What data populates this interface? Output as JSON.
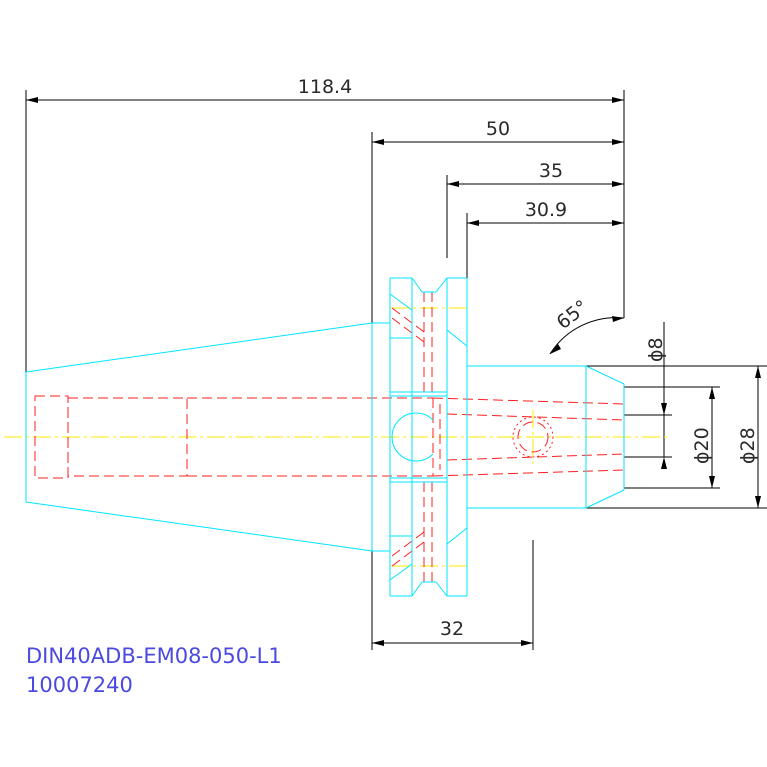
{
  "drawing": {
    "part_number": "DIN40ADB-EM08-050-L1",
    "article_number": "10007240",
    "dimensions": {
      "overall_length": "118.4",
      "flange_to_end": "50",
      "length_35": "35",
      "length_30_9": "30.9",
      "length_32": "32",
      "angle": "65°",
      "bore_diameter": "ϕ8",
      "diameter_20": "ϕ20",
      "diameter_28": "ϕ28"
    }
  },
  "colors": {
    "outline": "#00e5ff",
    "hidden": "#ff2020",
    "centerline": "#ffe800",
    "dimension": "#000000",
    "title": "#4a4ae0"
  }
}
